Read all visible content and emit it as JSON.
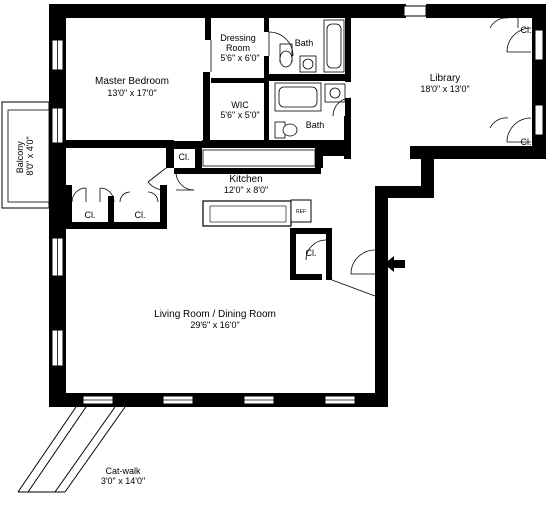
{
  "rooms": {
    "master_bedroom": {
      "name": "Master Bedroom",
      "size": "13'0\" x 17'0\""
    },
    "dressing_room": {
      "name_line1": "Dressing",
      "name_line2": "Room",
      "size": "5'6\" x 6'0\""
    },
    "bath_upper": {
      "name": "Bath"
    },
    "wic": {
      "name": "WIC",
      "size": "5'6\" x 5'0\""
    },
    "bath_lower": {
      "name": "Bath"
    },
    "library": {
      "name": "Library",
      "size": "18'0\" x 13'0\""
    },
    "kitchen": {
      "name": "Kitchen",
      "size": "12'0\" x 8'0\""
    },
    "ref": {
      "name": "REF"
    },
    "living_dining": {
      "name": "Living Room / Dining Room",
      "size": "29'6\" x 16'0\""
    },
    "balcony": {
      "name": "Balcony",
      "size": "8'0\" x 4'0\""
    },
    "catwalk": {
      "name": "Cat-walk",
      "size": "3'0\" x 14'0\""
    }
  },
  "closets": {
    "label": "Cl."
  },
  "colors": {
    "wall": "#000000",
    "floor": "#ffffff",
    "fixture": "#c8c8c8"
  }
}
